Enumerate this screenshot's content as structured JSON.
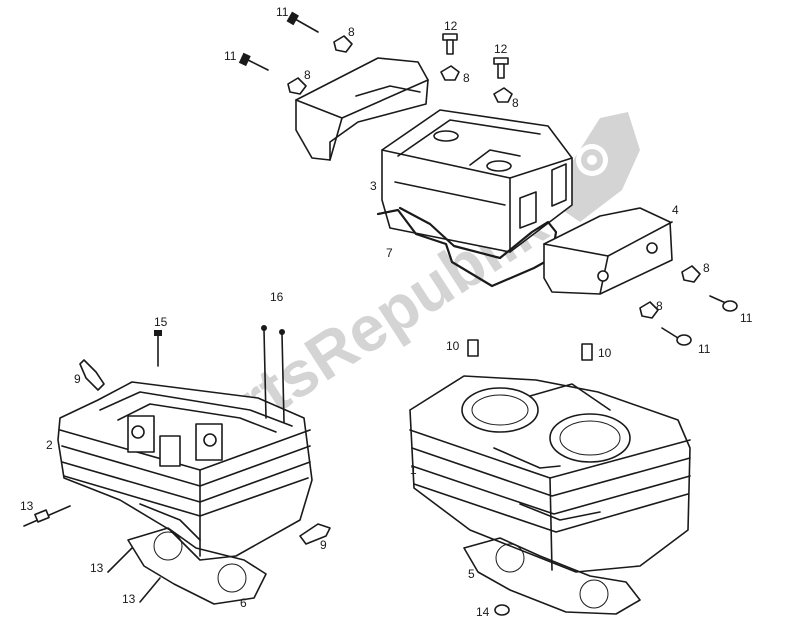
{
  "watermark": {
    "text": "PartsRepublik"
  },
  "callouts": {
    "c1": "1",
    "c2": "2",
    "c3": "3",
    "c4": "4",
    "c5": "5",
    "c6": "6",
    "c7": "7",
    "c8a": "8",
    "c8b": "8",
    "c8c": "8",
    "c8d": "8",
    "c8e": "8",
    "c8f": "8",
    "c9a": "9",
    "c9b": "9",
    "c10a": "10",
    "c10b": "10",
    "c11a": "11",
    "c11b": "11",
    "c11c": "11",
    "c11d": "11",
    "c12a": "12",
    "c12b": "12",
    "c13a": "13",
    "c13b": "13",
    "c13c": "13",
    "c14": "14",
    "c15": "15",
    "c16": "16"
  }
}
